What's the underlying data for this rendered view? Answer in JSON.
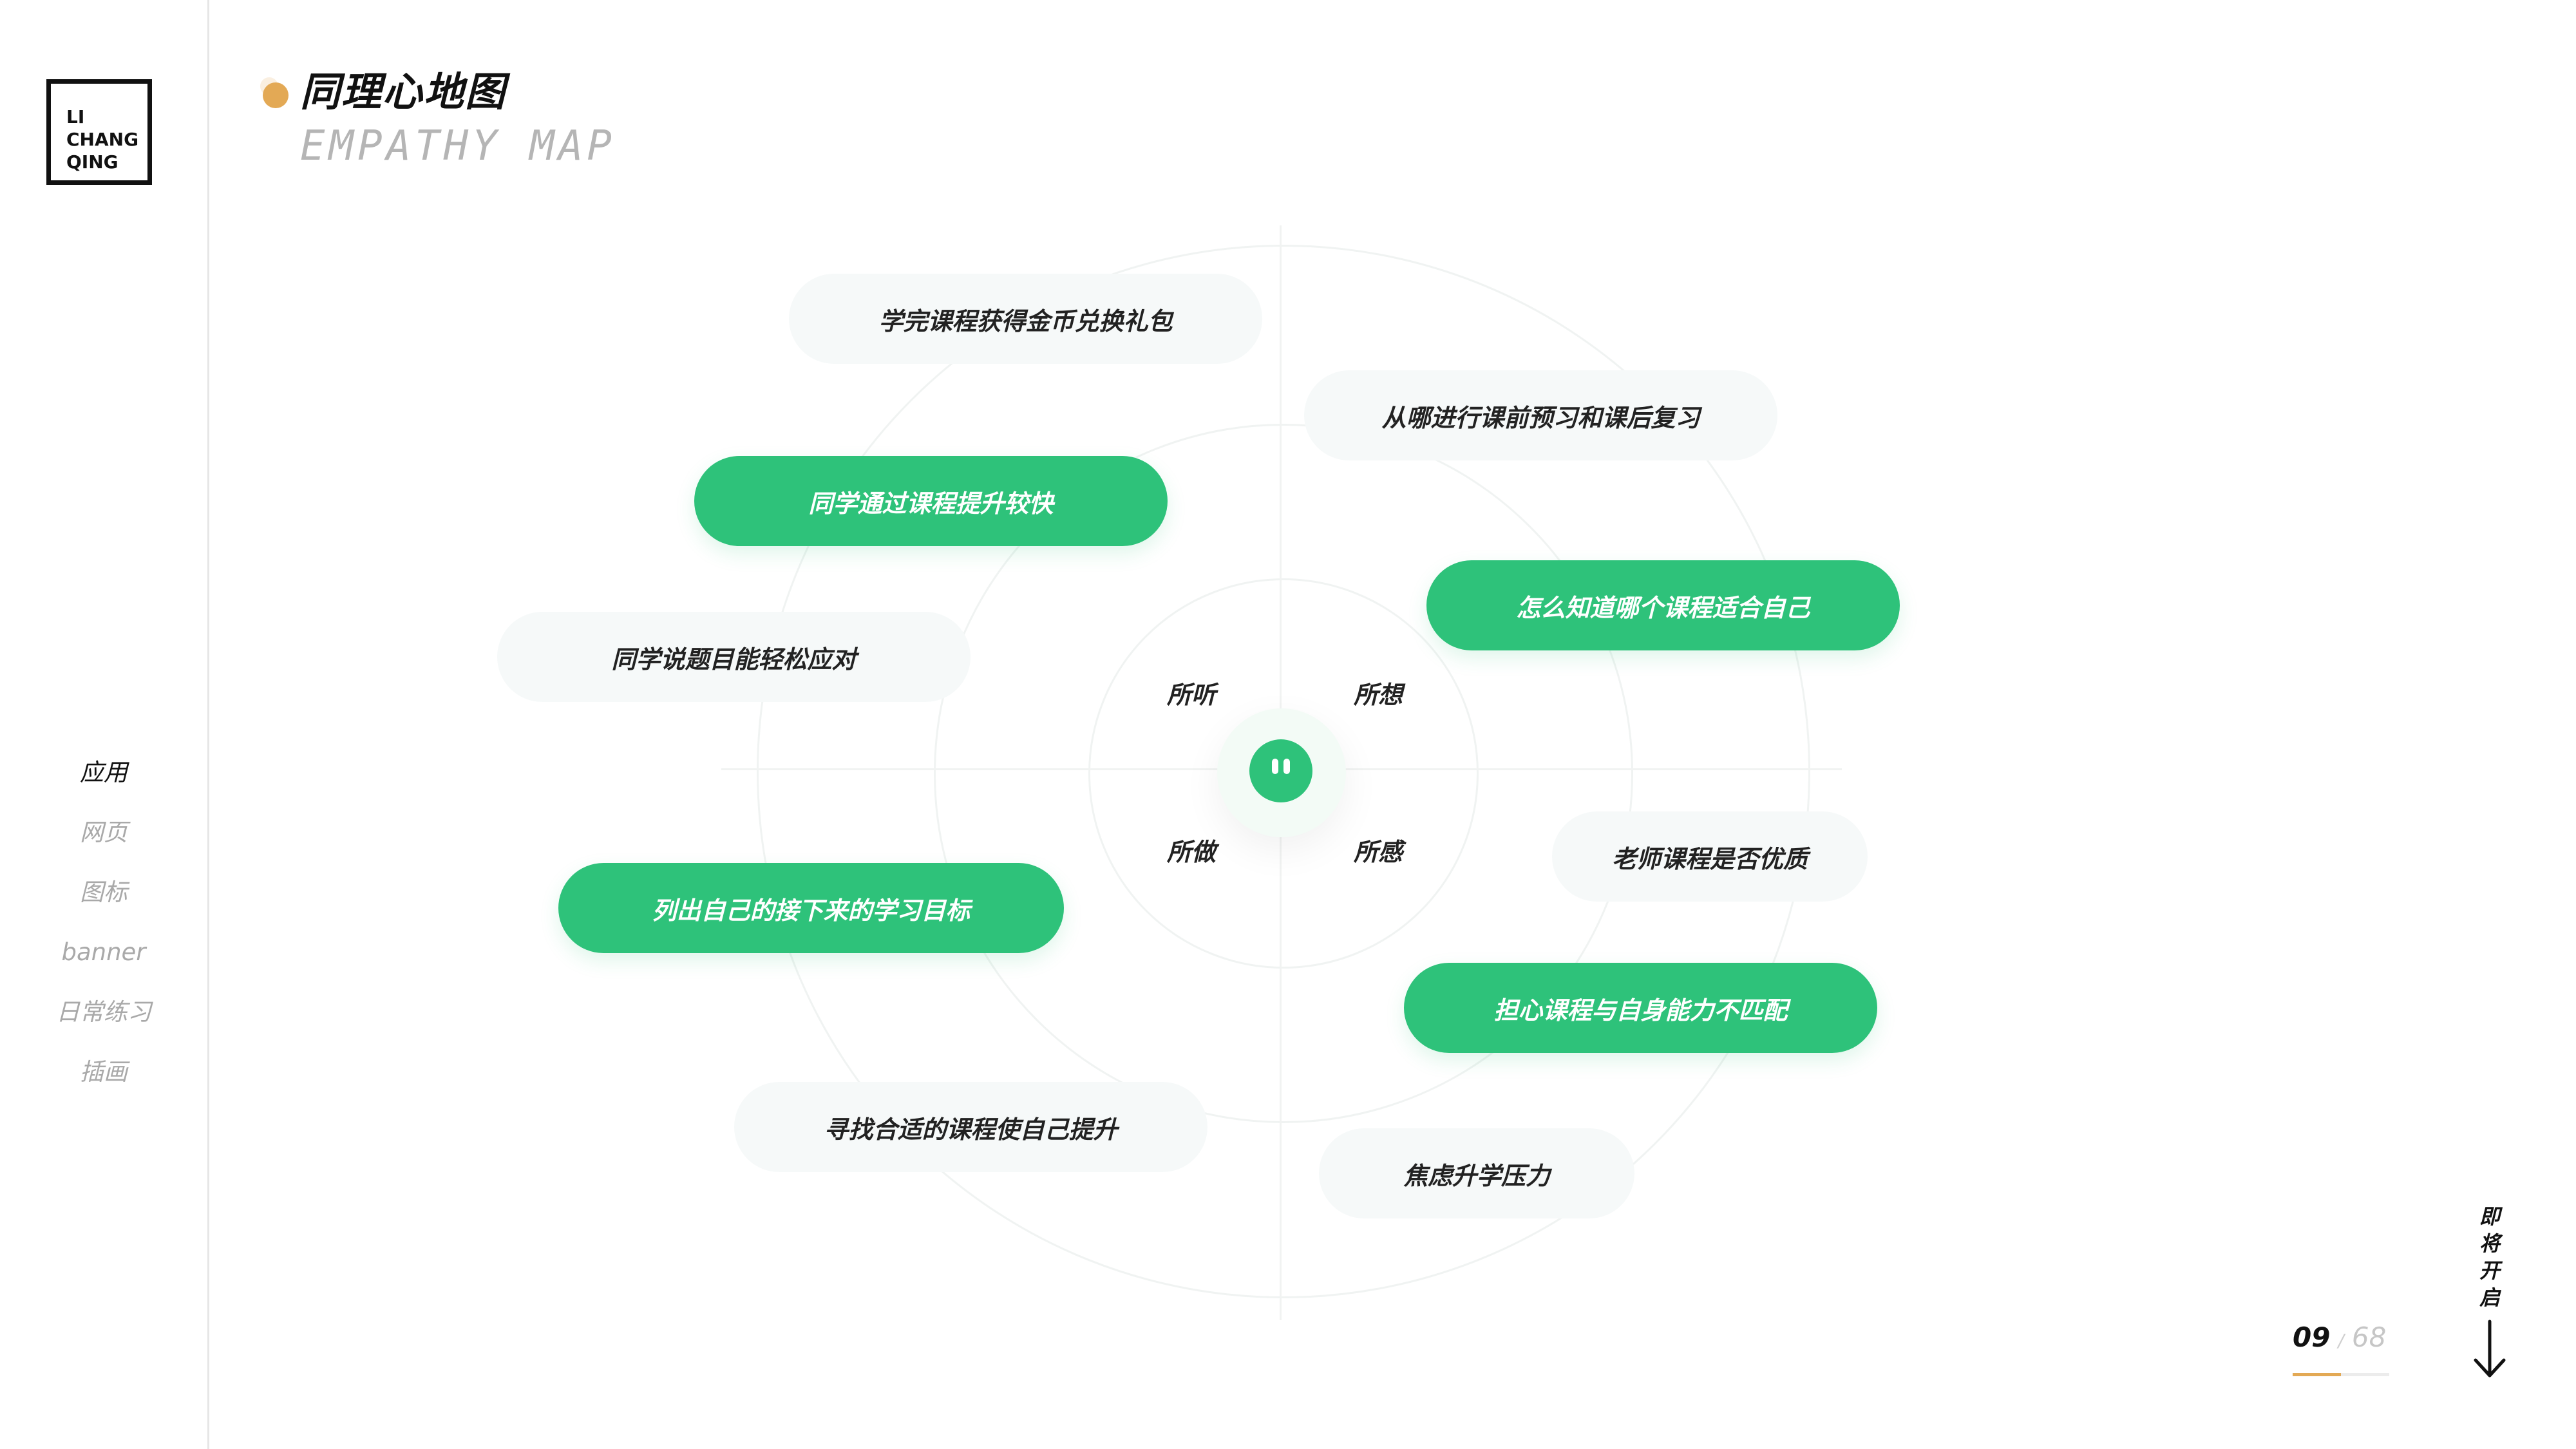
{
  "sidebar": {
    "logo": [
      "LI",
      "CHANG",
      "QING"
    ],
    "nav": [
      {
        "label": "应用",
        "active": true
      },
      {
        "label": "网页",
        "active": false
      },
      {
        "label": "图标",
        "active": false
      },
      {
        "label": "banner",
        "active": false
      },
      {
        "label": "日常练习",
        "active": false
      },
      {
        "label": "插画",
        "active": false
      }
    ]
  },
  "header": {
    "title_cn": "同理心地图",
    "title_en": "EMPATHY MAP",
    "accent_color": "#e3a955"
  },
  "empathy_map": {
    "quadrants": {
      "hear": "所听",
      "think": "所想",
      "do": "所做",
      "feel": "所感"
    },
    "cards": [
      {
        "text": "学完课程获得金币兑换礼包",
        "style": "light"
      },
      {
        "text": "从哪进行课前预习和课后复习",
        "style": "light"
      },
      {
        "text": "同学通过课程提升较快",
        "style": "green"
      },
      {
        "text": "怎么知道哪个课程适合自己",
        "style": "green"
      },
      {
        "text": "同学说题目能轻松应对",
        "style": "light"
      },
      {
        "text": "老师课程是否优质",
        "style": "light"
      },
      {
        "text": "列出自己的接下来的学习目标",
        "style": "green"
      },
      {
        "text": "担心课程与自身能力不匹配",
        "style": "green"
      },
      {
        "text": "寻找合适的课程使自己提升",
        "style": "light"
      },
      {
        "text": "焦虑升学压力",
        "style": "light"
      }
    ],
    "green_color": "#2ec27a"
  },
  "pager": {
    "current": "09",
    "separator": "/",
    "total": "68"
  },
  "next_label": [
    "即",
    "将",
    "开",
    "启"
  ]
}
